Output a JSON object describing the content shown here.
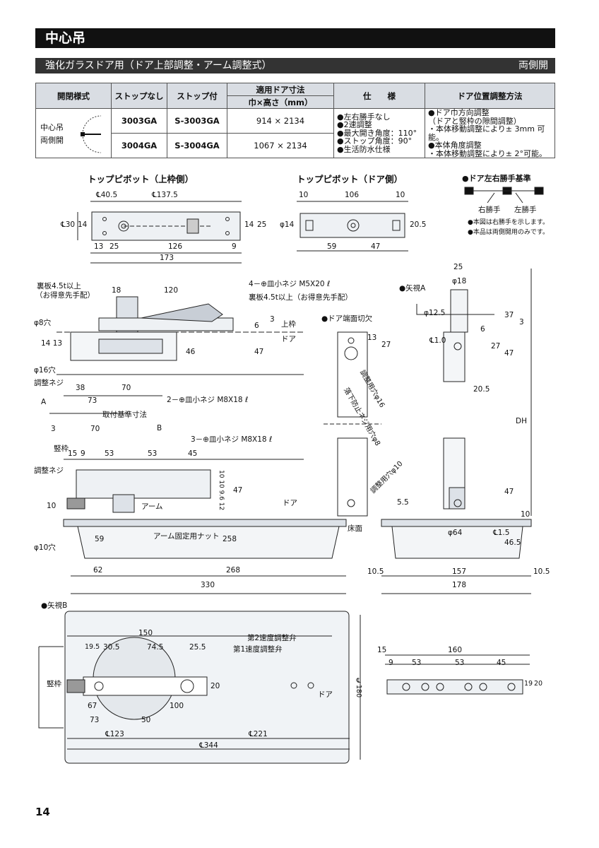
{
  "title": "中心吊",
  "subtitle": {
    "left": "強化ガラスドア用（ドア上部調整・アーム調整式）",
    "right": "両側開"
  },
  "table": {
    "headers": {
      "opening": "開閉様式",
      "nostop": "ストップなし",
      "stop": "ストップ付",
      "size": "適用ドア寸法",
      "size_sub": "巾×高さ（mm）",
      "spec": "仕　　様",
      "adjust": "ドア位置調整方法"
    },
    "opening_label": [
      "中心吊",
      "両側開"
    ],
    "rows": [
      {
        "nostop": "3003GA",
        "stop": "S-3003GA",
        "size": "914 × 2134"
      },
      {
        "nostop": "3004GA",
        "stop": "S-3004GA",
        "size": "1067 × 2134"
      }
    ],
    "spec": [
      "●左右勝手なし",
      "●2速調整",
      "●最大開き角度：110°",
      "●ストップ角度：90°",
      "●生活防水仕様"
    ],
    "adjust": [
      "●ドア巾方向調整",
      "（ドアと竪枠の隙間調整）",
      "・本体移動調整により± 3mm 可能。",
      "●本体角度調整",
      "・本体移動調整により± 2°可能。"
    ]
  },
  "sections": {
    "top_pivot_frame": "トップピボット（上枠側）",
    "top_pivot_door": "トップピボット（ドア側）",
    "hand_std": "●ドア左右勝手基準",
    "view_a": "●矢視A",
    "door_notch": "●ドア端面切欠",
    "view_b": "●矢視B"
  },
  "hand": {
    "right": "右勝手",
    "left": "左勝手",
    "note1": "●本図は右勝手を示します。",
    "note2": "●本品は両側開用のみです。"
  },
  "dims_frame": {
    "top_l": "℄40.5",
    "top_r": "℄137.5",
    "b1": "13",
    "b2": "25",
    "b3": "126",
    "b4": "9",
    "total": "173",
    "h30": "℄30",
    "h14a": "14",
    "h14b": "14",
    "h25": "25"
  },
  "dims_door": {
    "t1": "10",
    "t2": "106",
    "t3": "10",
    "b1": "59",
    "b2": "47",
    "d14": "φ14",
    "d205": "20.5"
  },
  "labels": {
    "plate1": "裏板4.5t以上",
    "plate1b": "（お得意先手配）",
    "screw1": "4－⊕皿小ネジ M5X20 ℓ",
    "plate2": "裏板4.5t以上（お得意先手配）",
    "top_frame": "上枠",
    "door": "ドア",
    "phi8": "φ8穴",
    "phi16": "φ16穴",
    "adj": "調整ネジ",
    "screw2": "2－⊕皿小ネジ M8X18 ℓ",
    "ref": "取付基準寸法",
    "screw3": "3－⊕皿小ネジ M8X18 ℓ",
    "arm": "アーム",
    "armnut": "アーム固定用ナット",
    "phi10": "φ10穴",
    "jamb": "竪枠",
    "floor": "床面",
    "fall": "落下防止ネジ用穴φ8",
    "adjhole16": "調整用穴φ16",
    "adjhole10": "調整用穴φ10",
    "valve2": "第2速度調整弁",
    "valve1": "第1速度調整弁",
    "a": "A",
    "b": "B",
    "dh": "DH"
  },
  "dims_main": {
    "d18": "18",
    "d120": "120",
    "d1413": "14 13",
    "d46": "46",
    "d47": "47",
    "d6": "6",
    "d3": "3",
    "d38": "38",
    "d70": "70",
    "d73": "73",
    "d3b": "3",
    "d70b": "70",
    "d15": "15",
    "d9": "9",
    "d53a": "53",
    "d53b": "53",
    "d45": "45",
    "d1010": "10 10 9.6 12",
    "d47b": "47",
    "d10": "10",
    "d59": "59",
    "d258": "258",
    "d62": "62",
    "d268": "268",
    "d330": "330"
  },
  "dims_a": {
    "d25": "25",
    "d18": "φ18",
    "d125": "φ12.5",
    "d37": "37",
    "d3": "3",
    "d6": "6",
    "d10": "℄1.0",
    "d27": "27",
    "d47": "47",
    "d205": "20.5",
    "d47b": "47",
    "d55": "5.5",
    "d64": "φ64",
    "d15": "℄1.5",
    "d465": "46.5",
    "d10b": "10",
    "d105": "10.5",
    "d157": "157",
    "d105b": "10.5",
    "d178": "178",
    "d13": "13",
    "d27b": "27"
  },
  "dims_b": {
    "d150": "150",
    "d195": "19.5",
    "d305": "30.5",
    "d745": "74.5",
    "d255": "25.5",
    "d20": "20",
    "d67": "67",
    "d100": "100",
    "d73": "73",
    "d50": "50",
    "d123": "℄123",
    "d221": "℄221",
    "d344": "℄344",
    "d180": "℄180",
    "r15": "15",
    "r160": "160",
    "r9": "9",
    "r53a": "53",
    "r53b": "53",
    "r45": "45",
    "r19": "19",
    "r20": "20"
  },
  "page_number": "14"
}
